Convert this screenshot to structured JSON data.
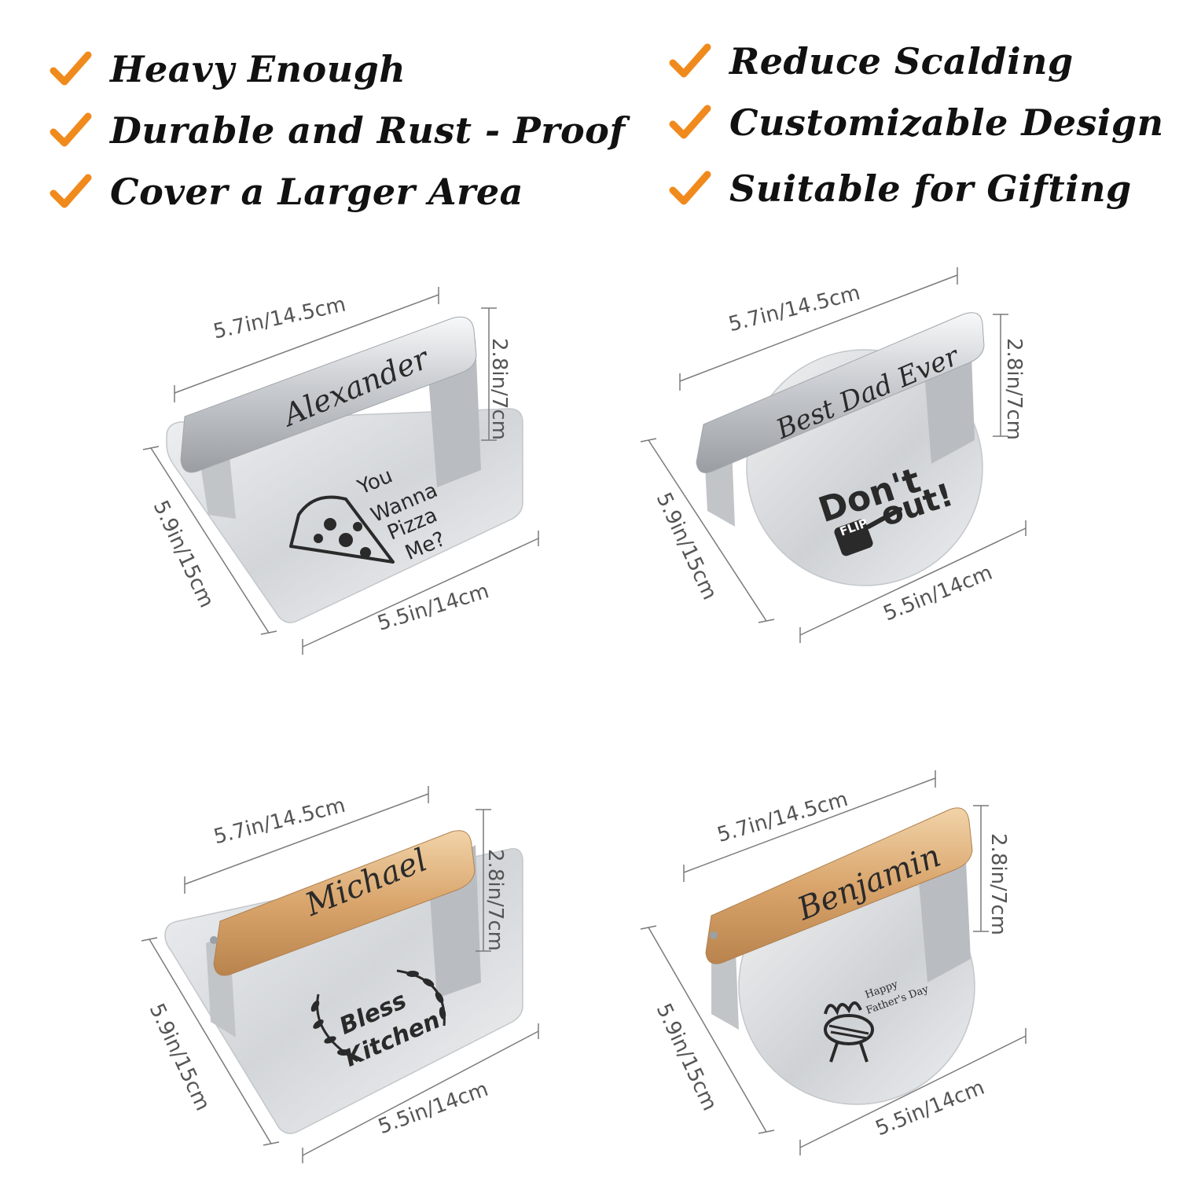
{
  "colors": {
    "accent": "#f08a1c",
    "steel_light": "#e4e6e8",
    "steel_dark": "#a9adb1",
    "wood": "#d9a56c"
  },
  "features": {
    "left": [
      "Heavy Enough",
      "Durable and Rust - Proof",
      "Cover a Larger Area"
    ],
    "right": [
      "Reduce Scalding",
      "Customizable Design",
      "Suitable for Gifting"
    ]
  },
  "dimensions": {
    "handle_length": "5.7in/14.5cm",
    "height": "2.8in/7cm",
    "depth": "5.9in/15cm",
    "width": "5.5in/14cm"
  },
  "products": [
    {
      "shape": "square",
      "handle": "steel",
      "name": "Alexander",
      "design": [
        "You",
        "Wanna",
        "Pizza",
        "Me?"
      ]
    },
    {
      "shape": "round",
      "handle": "steel",
      "name": "Best Dad Ever",
      "design": [
        "Don't",
        "FLIP",
        "out!"
      ]
    },
    {
      "shape": "square",
      "handle": "wood",
      "name": "Michael",
      "design": [
        "Bless",
        "Kitchen"
      ]
    },
    {
      "shape": "round",
      "handle": "wood",
      "name": "Benjamin",
      "design": [
        "Happy",
        "Father's Day"
      ]
    }
  ]
}
